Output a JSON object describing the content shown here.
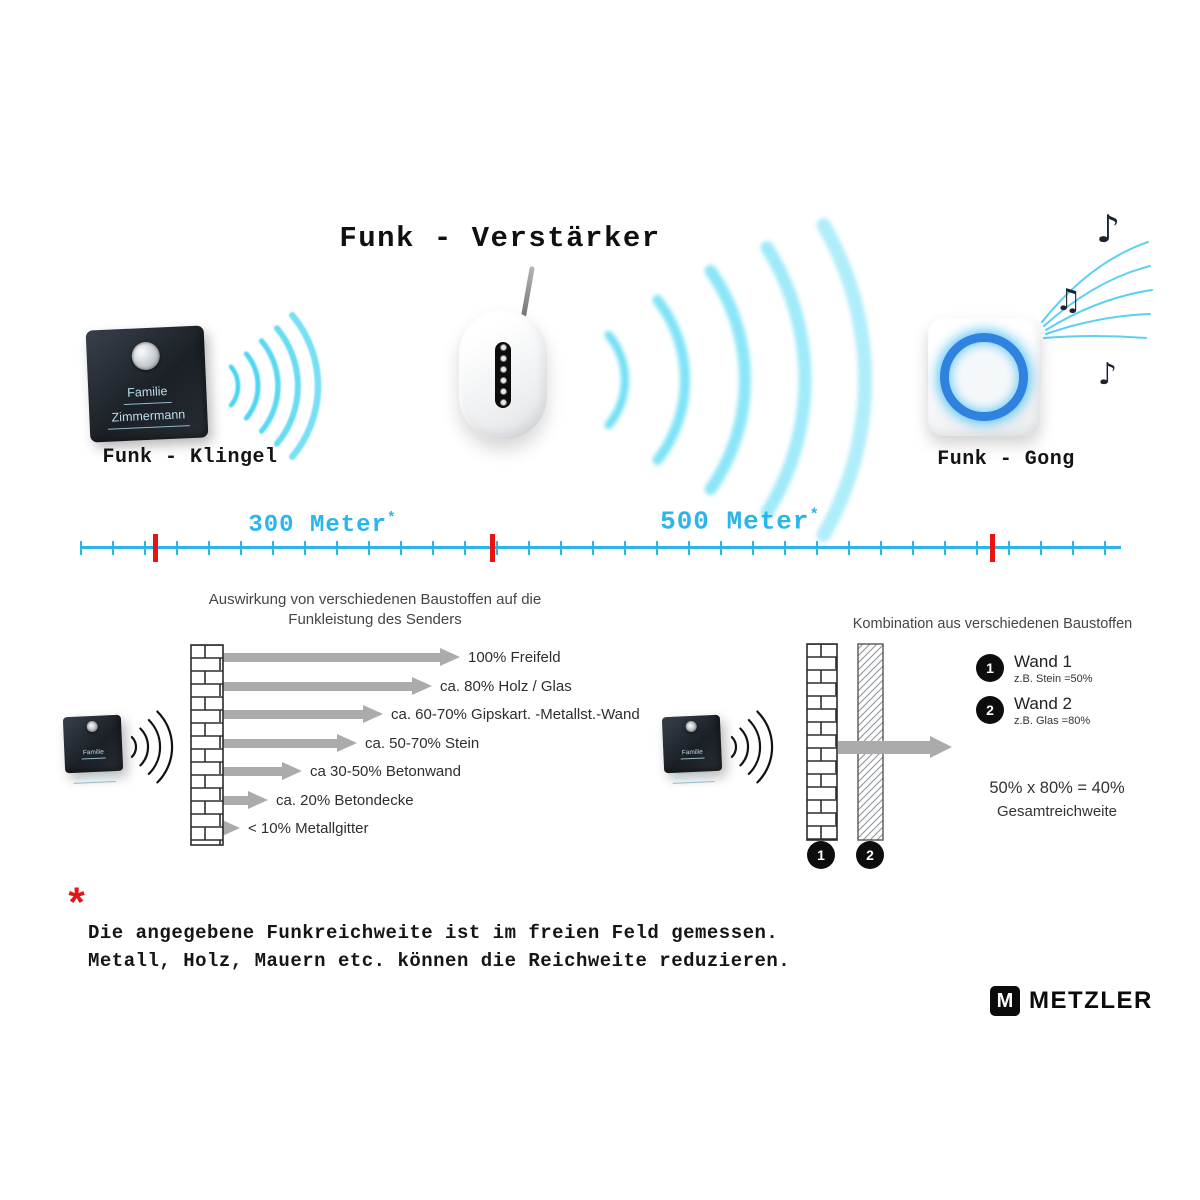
{
  "title": "Funk - Verstärker",
  "devices": {
    "klingel": {
      "label": "Funk - Klingel",
      "plate_line1": "Familie",
      "plate_line2": "Zimmermann"
    },
    "gong": {
      "label": "Funk - Gong"
    }
  },
  "ruler": {
    "segment1": "300 Meter",
    "segment2": "500 Meter",
    "asterisk": "*"
  },
  "materials": {
    "heading_line1": "Auswirkung von verschiedenen Baustoffen auf die",
    "heading_line2": "Funkleistung des Senders",
    "items": [
      {
        "label": "100% Freifeld"
      },
      {
        "label": "ca. 80% Holz / Glas"
      },
      {
        "label": "ca. 60-70% Gipskart. -Metallst.-Wand"
      },
      {
        "label": "ca. 50-70% Stein"
      },
      {
        "label": "ca 30-50% Betonwand"
      },
      {
        "label": "ca. 20% Betondecke"
      },
      {
        "label": "< 10% Metallgitter"
      }
    ]
  },
  "combination": {
    "heading": "Kombination aus verschiedenen Baustoffen",
    "wall1": {
      "num": "1",
      "name": "Wand 1",
      "detail": "z.B. Stein =50%"
    },
    "wall2": {
      "num": "2",
      "name": "Wand 2",
      "detail": "z.B. Glas =80%"
    },
    "formula": "50% x 80% = 40%",
    "formula_label": "Gesamtreichweite"
  },
  "footnote": {
    "asterisk": "*",
    "line1": "Die angegebene Funkreichweite ist im freien Feld gemessen.",
    "line2": "Metall, Holz, Mauern etc. können die Reichweite reduzieren."
  },
  "brand": {
    "logo_letter": "M",
    "name": "METZLER"
  },
  "icons": {
    "note_single": "♪",
    "note_beamed": "♫"
  },
  "chart_data": {
    "type": "bar",
    "title": "Auswirkung von verschiedenen Baustoffen auf die Funkleistung des Senders",
    "categories": [
      "Freifeld",
      "Holz / Glas",
      "Gipskart. -Metallst.-Wand",
      "Stein",
      "Betonwand",
      "Betondecke",
      "Metallgitter"
    ],
    "values": [
      100,
      80,
      65,
      60,
      40,
      20,
      10
    ],
    "value_labels": [
      "100%",
      "ca. 80%",
      "ca. 60-70%",
      "ca. 50-70%",
      "ca 30-50%",
      "ca. 20%",
      "< 10%"
    ],
    "unit": "%"
  },
  "colors": {
    "wave_cyan": "#54d7f3",
    "ruler_cyan": "#2ab5ec",
    "marker_red": "#e81414",
    "arrow_gray": "#ababab",
    "gong_ring_blue": "#2f82dd"
  }
}
